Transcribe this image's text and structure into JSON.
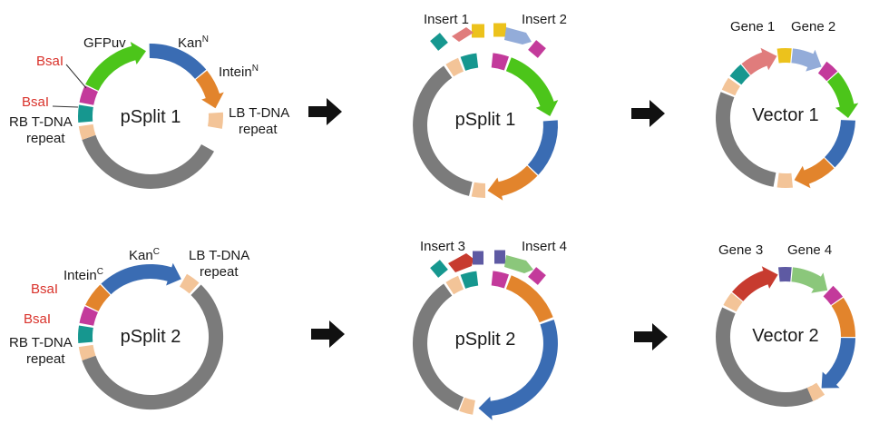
{
  "colors": {
    "backbone": "#7b7b7b",
    "gfp": "#4cc51a",
    "kan": "#3a6cb3",
    "intein": "#e2842c",
    "tdna": "#f3c498",
    "bsa_teal": "#16978f",
    "bsa_magenta": "#c33a9b",
    "insert1": "#e07c7c",
    "insert2": "#93acd9",
    "insert3": "#c73b2f",
    "insert4": "#8bc77b",
    "junction_yellow": "#ecc21c",
    "junction_purple": "#5e5aa3",
    "label_red": "#d9322b",
    "arrow": "#111111"
  },
  "panels": {
    "p1": {
      "name": "pSplit 1",
      "gfp": "GFPuv",
      "kan": "Kan",
      "kan_sup": "N",
      "intein": "Intein",
      "intein_sup": "N",
      "bsai_top": "BsaI",
      "bsai_bottom": "BsaI",
      "rb_line1": "RB T-DNA",
      "rb_line2": "repeat",
      "lb_line1": "LB T-DNA",
      "lb_line2": "repeat"
    },
    "p1_insert": {
      "name": "pSplit 1",
      "insert_a": "Insert 1",
      "insert_b": "Insert 2"
    },
    "v1": {
      "name": "Vector 1",
      "gene_a": "Gene 1",
      "gene_b": "Gene 2"
    },
    "p2": {
      "name": "pSplit 2",
      "kan": "Kan",
      "kan_sup": "C",
      "intein": "Intein",
      "intein_sup": "C",
      "bsai_top": "BsaI",
      "bsai_bottom": "BsaI",
      "rb_line1": "RB T-DNA",
      "rb_line2": "repeat",
      "lb_line1": "LB T-DNA",
      "lb_line2": "repeat"
    },
    "p2_insert": {
      "name": "pSplit 2",
      "insert_a": "Insert 3",
      "insert_b": "Insert 4"
    },
    "v2": {
      "name": "Vector 2",
      "gene_a": "Gene 3",
      "gene_b": "Gene 4"
    }
  }
}
